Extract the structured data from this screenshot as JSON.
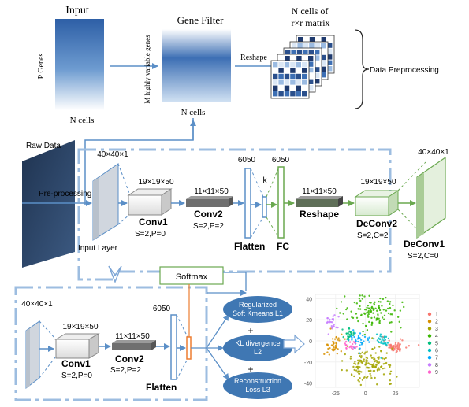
{
  "preprocessing": {
    "input_title": "Input",
    "p_genes": "P Genes",
    "n_cells_input": "N cells",
    "gene_filter_title": "Gene Filter",
    "m_genes": "M  highly variable genes",
    "n_cells_filter": "N cells",
    "reshape": "Reshape",
    "cells_line1": "N cells of",
    "cells_line2": "r×r matrix",
    "section_label": "Data Preprocessing"
  },
  "autoencoder": {
    "raw_data": "Raw Data",
    "pre_processing": "Pre-processing",
    "input_layer": "Input Layer",
    "input_dim": "40×40×1",
    "conv1_dim": "19×19×50",
    "conv1": "Conv1",
    "conv1_params": "S=2,P=0",
    "conv2_dim": "11×11×50",
    "conv2": "Conv2",
    "conv2_params": "S=2,P=2",
    "flatten_dim": "6050",
    "flatten": "Flatten",
    "k": "k",
    "fc_dim": "6050",
    "fc": "FC",
    "reshape_dim": "11×11×50",
    "reshape": "Reshape",
    "deconv2_dim": "19×19×50",
    "deconv2": "DeConv2",
    "deconv2_params": "S=2,C=2",
    "deconv1_dim": "40×40×1",
    "deconv1": "DeConv1",
    "deconv1_params": "S=2,C=0"
  },
  "clustering": {
    "softmax": "Softmax",
    "input_dim": "40×40×1",
    "conv1_dim": "19×19×50",
    "conv1": "Conv1",
    "conv1_params": "S=2,P=0",
    "conv2_dim": "11×11×50",
    "conv2": "Conv2",
    "conv2_params": "S=2,P=2",
    "flatten_dim": "6050",
    "flatten": "Flatten",
    "loss1_line1": "Regularized",
    "loss1_line2": "Soft Kmeans L1",
    "loss2_line1": "KL divergence",
    "loss2_line2": "L2",
    "loss3_line1": "Reconstruction",
    "loss3_line2": "Loss L3",
    "plus1": "+",
    "plus2": "+"
  },
  "colors": {
    "arrow_blue": "#5b8fc7",
    "dash_blue": "#9dbde0",
    "ellipse_blue": "#3f77b3",
    "fc_green": "#6aa84f",
    "conv_gray": "#7f7f7f",
    "orange": "#ed7d31",
    "heat_top": "#3366aa",
    "heat_bottom": "#ffffff"
  },
  "chart_data": {
    "type": "scatter",
    "title": "",
    "xlabel": "",
    "ylabel": "",
    "xlim": [
      -42,
      45
    ],
    "ylim": [
      -44,
      44
    ],
    "x_ticks": [
      "-25",
      "0",
      "25"
    ],
    "y_ticks": [
      "40",
      "20",
      "0",
      "-20",
      "-40"
    ],
    "legend": [
      "1",
      "2",
      "3",
      "4",
      "5",
      "6",
      "7",
      "8",
      "9"
    ],
    "legend_position": "right",
    "series": [
      {
        "name": "1",
        "color": "#f8766d",
        "cx": 25,
        "cy": -5,
        "sx": 5,
        "sy": 3,
        "n": 50
      },
      {
        "name": "2",
        "color": "#d89000",
        "cx": -27,
        "cy": -5,
        "sx": 4,
        "sy": 5,
        "n": 40
      },
      {
        "name": "3",
        "color": "#a3a500",
        "cx": 3,
        "cy": -22,
        "sx": 10,
        "sy": 8,
        "n": 150
      },
      {
        "name": "4",
        "color": "#39b600",
        "cx": 7,
        "cy": 27,
        "sx": 13,
        "sy": 8,
        "n": 120
      },
      {
        "name": "5",
        "color": "#00bf7d",
        "cx": -14,
        "cy": 6,
        "sx": 3,
        "sy": 3,
        "n": 25
      },
      {
        "name": "6",
        "color": "#00bfc4",
        "cx": 14,
        "cy": 0,
        "sx": 4,
        "sy": 4,
        "n": 30
      },
      {
        "name": "7",
        "color": "#00a9ff",
        "cx": -5,
        "cy": 1,
        "sx": 4,
        "sy": 4,
        "n": 35
      },
      {
        "name": "8",
        "color": "#c77cff",
        "cx": -28,
        "cy": 17,
        "sx": 3,
        "sy": 5,
        "n": 25
      },
      {
        "name": "9",
        "color": "#ff61cc",
        "cx": -12,
        "cy": -5,
        "sx": 3,
        "sy": 3,
        "n": 20
      }
    ]
  }
}
